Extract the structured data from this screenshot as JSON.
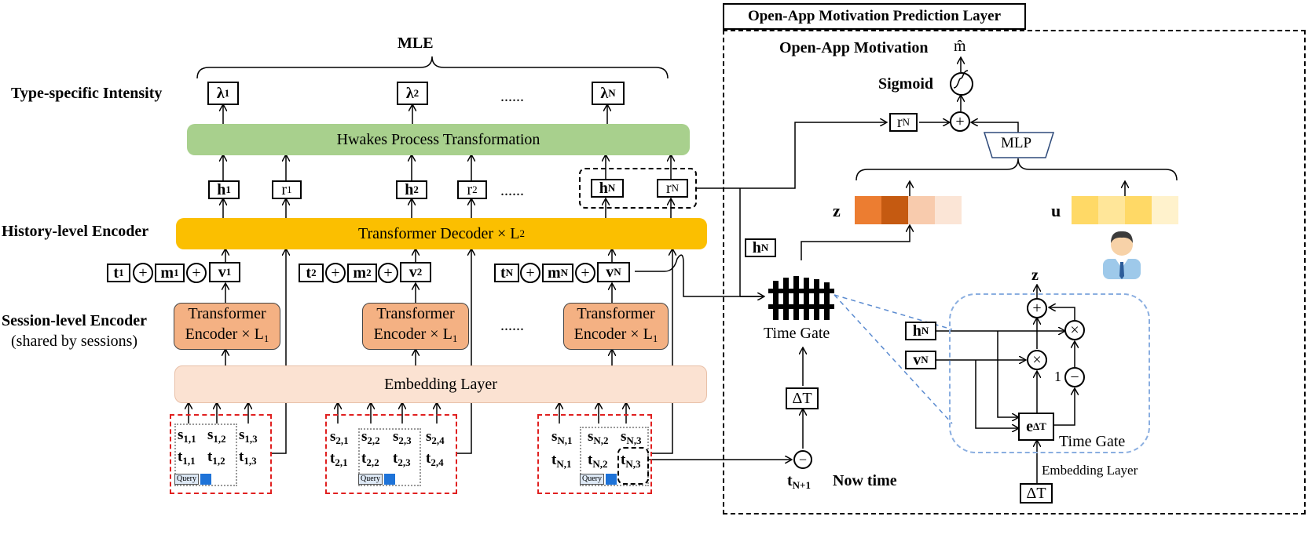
{
  "labels": {
    "mle": "MLE",
    "type_specific_intensity": "Type-specific Intensity",
    "history_encoder": "History-level Encoder",
    "session_encoder": "Session-level Encoder",
    "session_encoder_note": "(shared by sessions)",
    "dots": "......",
    "now_time": "Now time",
    "open_app_motivation": "Open-App Motivation",
    "sigmoid": "Sigmoid",
    "time_gate": "Time Gate",
    "time_gate_detail": "Time Gate",
    "embedding_layer_detail": "Embedding Layer",
    "z_label": "z",
    "u_label": "u",
    "one_label": "1"
  },
  "panel": {
    "title": "Open-App Motivation Prediction Layer"
  },
  "blocks": {
    "hawkes": "Hwakes Process Transformation",
    "transformer_decoder": "Transformer Decoder × L",
    "transformer_decoder_sub": "2",
    "transformer_encoder_line1": "Transformer",
    "transformer_encoder_line2": "Encoder × L",
    "transformer_encoder_sub": "1",
    "embedding": "Embedding Layer",
    "mlp": "MLP"
  },
  "symbols": {
    "lambda": "λ",
    "h": "h",
    "r": "r",
    "t": "t",
    "m": "m",
    "v": "v",
    "s": "s",
    "e": "e",
    "delta_t": "ΔT",
    "m_hat": "m̂",
    "plus": "+",
    "times": "×",
    "minus": "−",
    "sub_1": "1",
    "sub_2": "2",
    "sub_N": "N",
    "sub_N1": "N+1",
    "sub_dT": "ΔT",
    "query": "Query"
  },
  "sessions": [
    {
      "cols": [
        {
          "s": "1,1",
          "t": "1,1"
        },
        {
          "s": "1,2",
          "t": "1,2"
        },
        {
          "s": "1,3",
          "t": "1,3"
        }
      ]
    },
    {
      "cols": [
        {
          "s": "2,1",
          "t": "2,1"
        },
        {
          "s": "2,2",
          "t": "2,2"
        },
        {
          "s": "2,3",
          "t": "2,3"
        },
        {
          "s": "2,4",
          "t": "2,4"
        }
      ]
    },
    {
      "cols": [
        {
          "s": "N,1",
          "t": "N,1"
        },
        {
          "s": "N,2",
          "t": "N,2"
        },
        {
          "s": "N,3",
          "t": "N,3"
        }
      ]
    }
  ],
  "colors": {
    "hawkes": "#a8d08d",
    "decoder": "#fbbf00",
    "encoder": "#f4b183",
    "embedding": "#fbe2d2",
    "z_strip": [
      "#ec7d31",
      "#c55a11",
      "#f8cbad",
      "#fbe5d6"
    ],
    "u_strip": [
      "#ffd966",
      "#ffe699",
      "#ffd966",
      "#fff2cc"
    ]
  }
}
